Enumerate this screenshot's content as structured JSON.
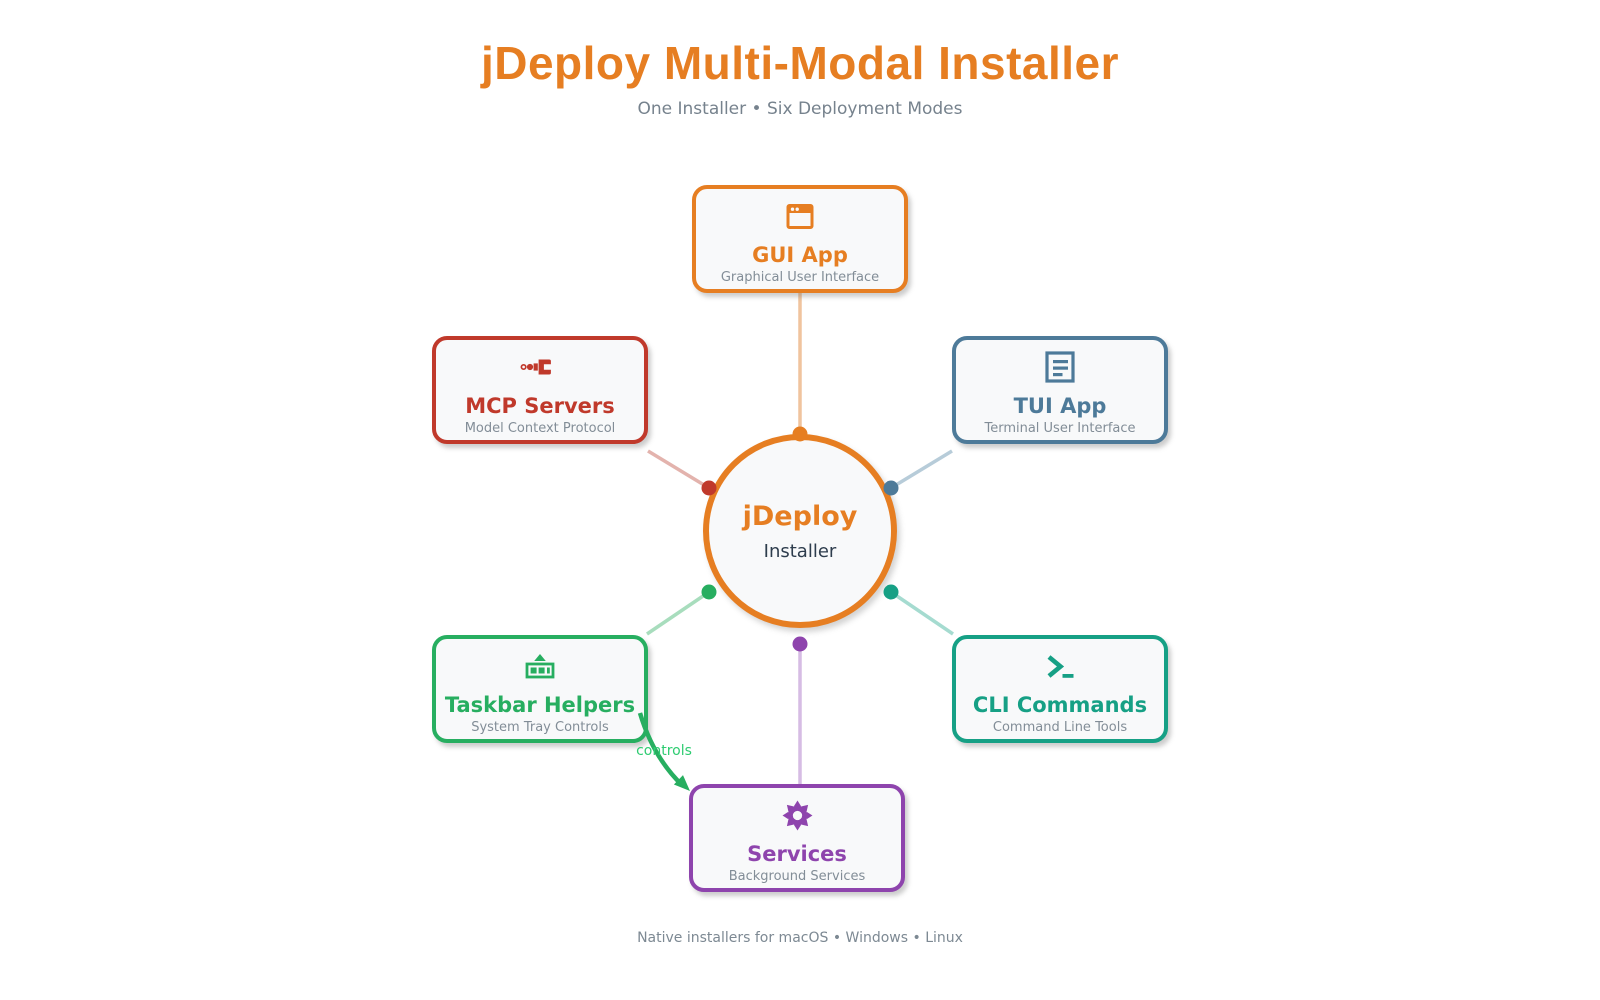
{
  "header": {
    "title": "jDeploy Multi-Modal Installer",
    "subtitle": "One Installer • Six Deployment Modes",
    "color": "#e67e22"
  },
  "center": {
    "title": "jDeploy",
    "subtitle": "Installer",
    "color": "#e67e22",
    "text_color": "#2e3d4d"
  },
  "nodes": {
    "gui": {
      "title": "GUI App",
      "subtitle": "Graphical User Interface",
      "icon": "window-icon",
      "color": "#e67e22",
      "line_color": "#f0c49e"
    },
    "mcp": {
      "title": "MCP Servers",
      "subtitle": "Model Context Protocol",
      "icon": "plug-icon",
      "color": "#c0392b",
      "line_color": "#e3b3ad"
    },
    "tui": {
      "title": "TUI App",
      "subtitle": "Terminal User Interface",
      "icon": "doc-lines-icon",
      "color": "#4d7a99",
      "line_color": "#b7ccd9"
    },
    "taskbar": {
      "title": "Taskbar Helpers",
      "subtitle": "System Tray Controls",
      "icon": "tray-icon",
      "color": "#27ae60",
      "line_color": "#a8ddbd"
    },
    "cli": {
      "title": "CLI Commands",
      "subtitle": "Command Line Tools",
      "icon": "prompt-icon",
      "color": "#16a085",
      "line_color": "#a5dbd0"
    },
    "services": {
      "title": "Services",
      "subtitle": "Background Services",
      "icon": "gear-icon",
      "color": "#8e44ad",
      "line_color": "#d6bce4"
    }
  },
  "edge": {
    "label": "controls",
    "color": "#27ae60",
    "label_color": "#2ecc71"
  },
  "footer": {
    "text": "Native installers for macOS • Windows • Linux"
  }
}
